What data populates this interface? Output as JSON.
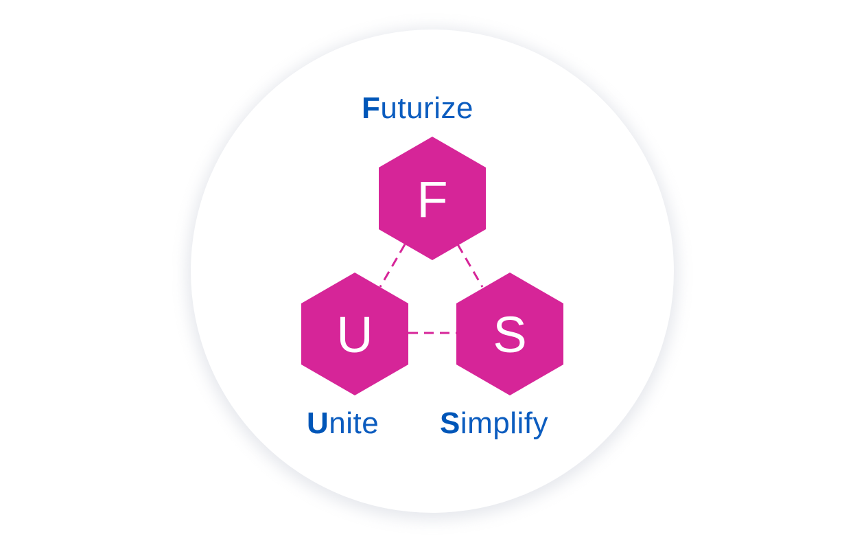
{
  "colors": {
    "hexagon_fill": "#d62598",
    "connector_stroke": "#d62598",
    "label_text": "#0b5cbf",
    "letter_text": "#ffffff",
    "background": "#ffffff",
    "circle_shadow": "#c8cdd7"
  },
  "diagram": {
    "nodes": [
      {
        "id": "F",
        "letter": "F",
        "label_initial": "F",
        "label_rest": "uturize",
        "label": "Futurize",
        "position": "top"
      },
      {
        "id": "U",
        "letter": "U",
        "label_initial": "U",
        "label_rest": "nite",
        "label": "Unite",
        "position": "bottom-left"
      },
      {
        "id": "S",
        "letter": "S",
        "label_initial": "S",
        "label_rest": "implify",
        "label": "Simplify",
        "position": "bottom-right"
      }
    ],
    "connectors": [
      {
        "from": "F",
        "to": "U",
        "style": "dashed"
      },
      {
        "from": "F",
        "to": "S",
        "style": "dashed"
      },
      {
        "from": "U",
        "to": "S",
        "style": "dashed"
      }
    ]
  }
}
